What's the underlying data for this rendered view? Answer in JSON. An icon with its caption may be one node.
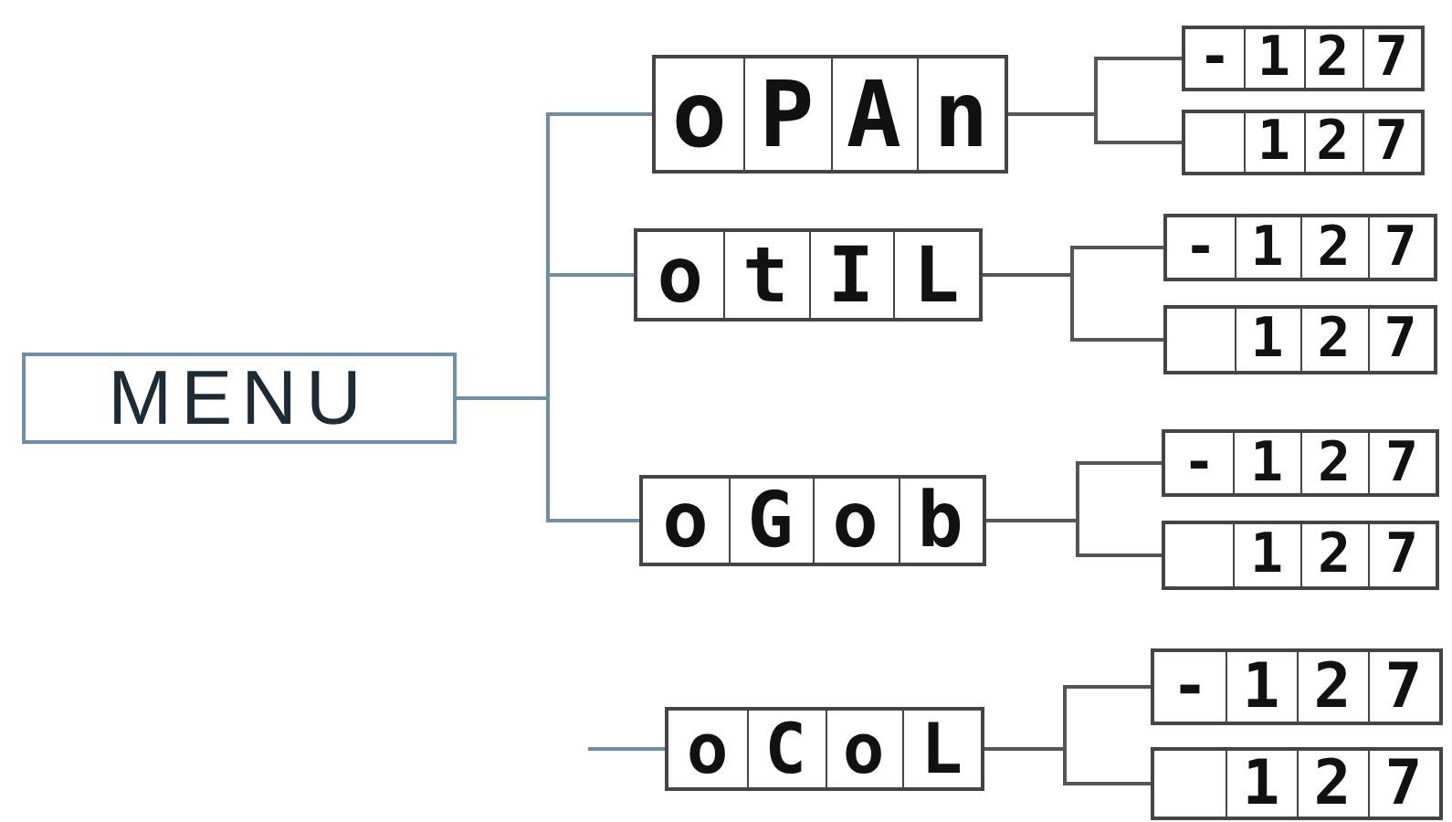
{
  "diagram": {
    "nodes": [
      {
        "text": [
          "MENU"
        ]
      },
      {
        "text": [
          "o",
          "P",
          "A",
          "n"
        ]
      },
      {
        "text": [
          "o",
          "t",
          "I",
          "L"
        ]
      },
      {
        "text": [
          "o",
          "G",
          "o",
          "b"
        ]
      },
      {
        "text": [
          "o",
          "C",
          "o",
          "L"
        ]
      },
      {
        "text": [
          "-",
          "1",
          "2",
          "7"
        ]
      },
      {
        "text": [
          "1",
          "2",
          "7"
        ]
      },
      {
        "text": [
          "-",
          "1",
          "2",
          "7"
        ]
      },
      {
        "text": [
          "1",
          "2",
          "7"
        ]
      },
      {
        "text": [
          "-",
          "1",
          "2",
          "7"
        ]
      },
      {
        "text": [
          "1",
          "2",
          "7"
        ]
      },
      {
        "text": [
          "-",
          "1",
          "2",
          "7"
        ]
      },
      {
        "text": [
          "1",
          "2",
          "7"
        ]
      }
    ],
    "edges": [
      {
        "from": 0,
        "to": 1,
        "arrow": "none",
        "color": "#6d8fa3"
      },
      {
        "from": 0,
        "to": 2,
        "arrow": "none",
        "color": "#6d8fa3"
      },
      {
        "from": 0,
        "to": 3,
        "arrow": "none",
        "color": "#6d8fa3"
      },
      {
        "from": null,
        "to": 4,
        "arrow": "none",
        "color": "#6d8fa3"
      },
      {
        "from": 1,
        "to": 5,
        "arrow": "none"
      },
      {
        "from": 1,
        "to": 6,
        "arrow": "none"
      },
      {
        "from": 2,
        "to": 7,
        "arrow": "none"
      },
      {
        "from": 2,
        "to": 8,
        "arrow": "none"
      },
      {
        "from": 3,
        "to": 9,
        "arrow": "none"
      },
      {
        "from": 3,
        "to": 10,
        "arrow": "none"
      },
      {
        "from": 4,
        "to": 11,
        "arrow": "none"
      },
      {
        "from": 4,
        "to": 12,
        "arrow": "none"
      }
    ]
  }
}
